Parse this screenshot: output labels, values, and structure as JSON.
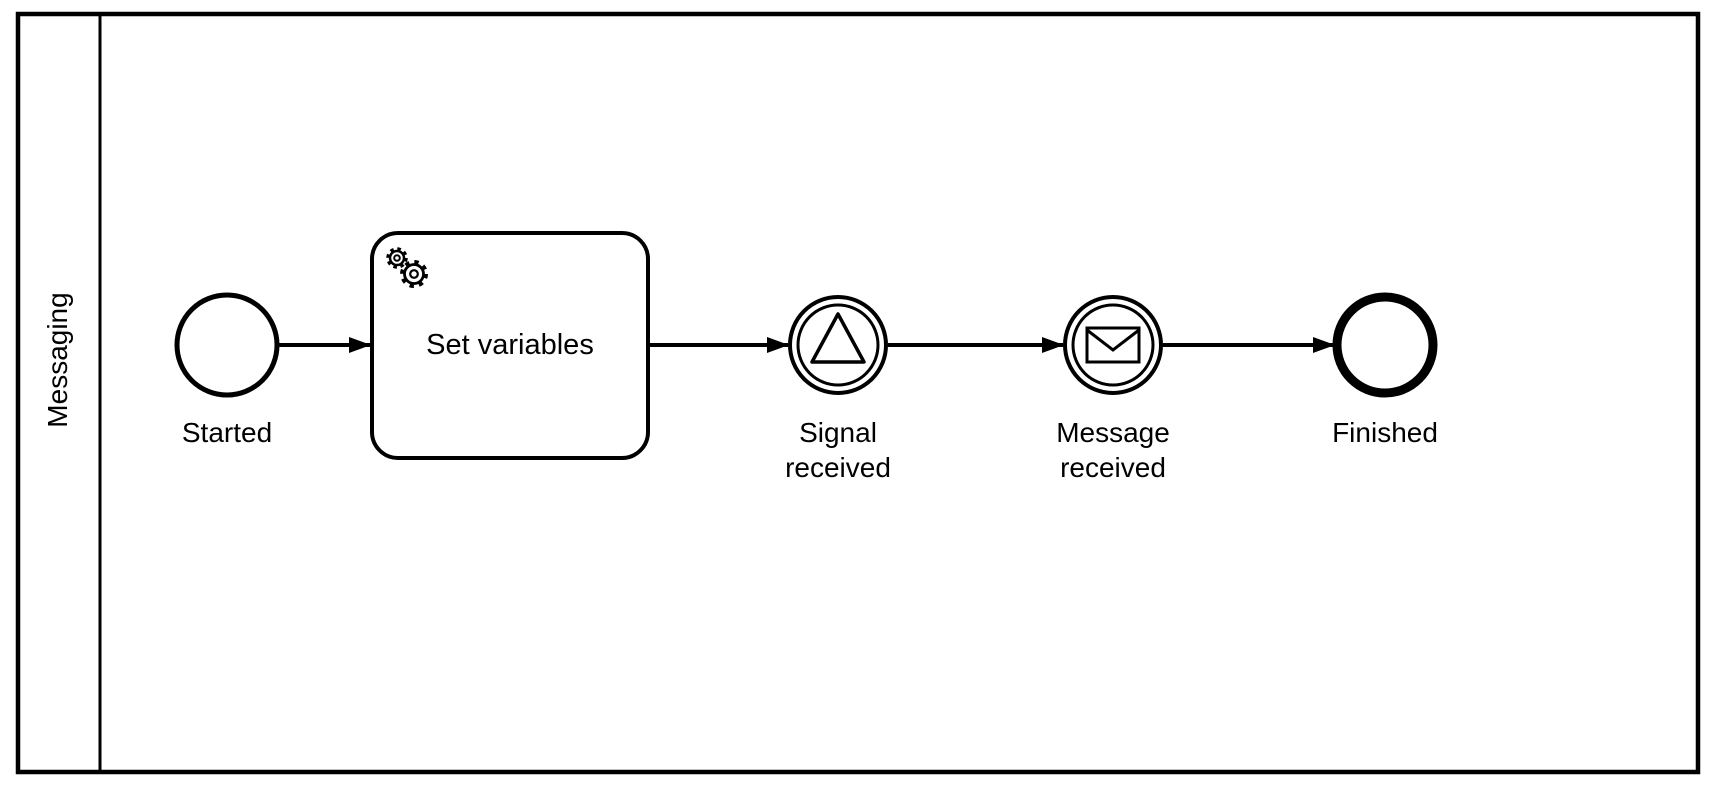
{
  "diagram": {
    "type": "bpmn-process",
    "lane": {
      "label": "Messaging"
    },
    "nodes": {
      "start": {
        "type": "start-event",
        "label": "Started"
      },
      "task": {
        "type": "service-task",
        "label": "Set variables",
        "icon": "gear-icon"
      },
      "signal": {
        "type": "intermediate-signal-catch-event",
        "icon": "triangle-icon",
        "label_line1": "Signal",
        "label_line2": "received"
      },
      "message": {
        "type": "intermediate-message-catch-event",
        "icon": "envelope-icon",
        "label_line1": "Message",
        "label_line2": "received"
      },
      "end": {
        "type": "end-event",
        "label": "Finished"
      }
    },
    "flows": [
      {
        "from": "start",
        "to": "task"
      },
      {
        "from": "task",
        "to": "signal"
      },
      {
        "from": "signal",
        "to": "message"
      },
      {
        "from": "message",
        "to": "end"
      }
    ],
    "colors": {
      "stroke": "#000000",
      "background": "#ffffff"
    }
  }
}
